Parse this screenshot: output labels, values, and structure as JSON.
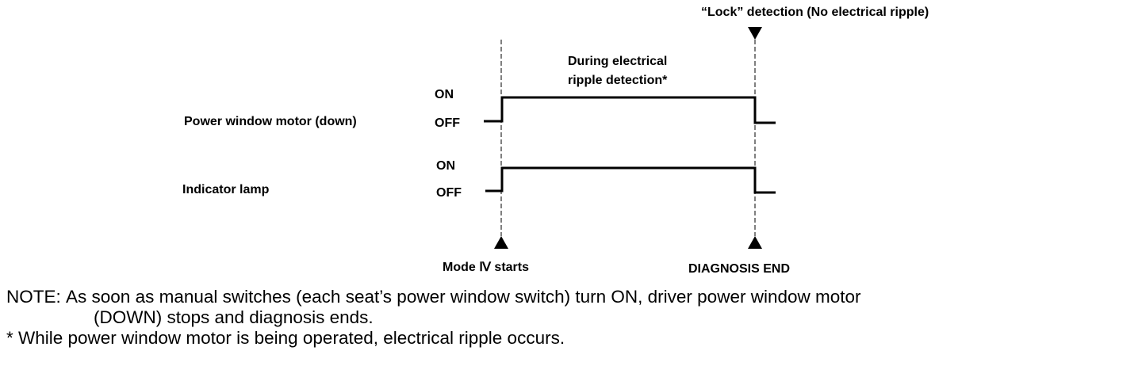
{
  "diagram": {
    "top_event": "“Lock” detection (No electrical ripple)",
    "during_label_line1": "During electrical",
    "during_label_line2": "ripple detection*",
    "signals": [
      {
        "name": "Power window motor (down)",
        "on_label": "ON",
        "off_label": "OFF"
      },
      {
        "name": "Indicator lamp",
        "on_label": "ON",
        "off_label": "OFF"
      }
    ],
    "start_event": "Mode Ⅳ starts",
    "end_event": "DIAGNOSIS END"
  },
  "notes": {
    "note_prefix": "NOTE: ",
    "note_line1": "As soon as manual switches (each seat’s power window switch) turn ON, driver power window motor",
    "note_line2": "(DOWN) stops and diagnosis ends.",
    "footnote": "* While power window motor is being operated, electrical ripple occurs."
  }
}
